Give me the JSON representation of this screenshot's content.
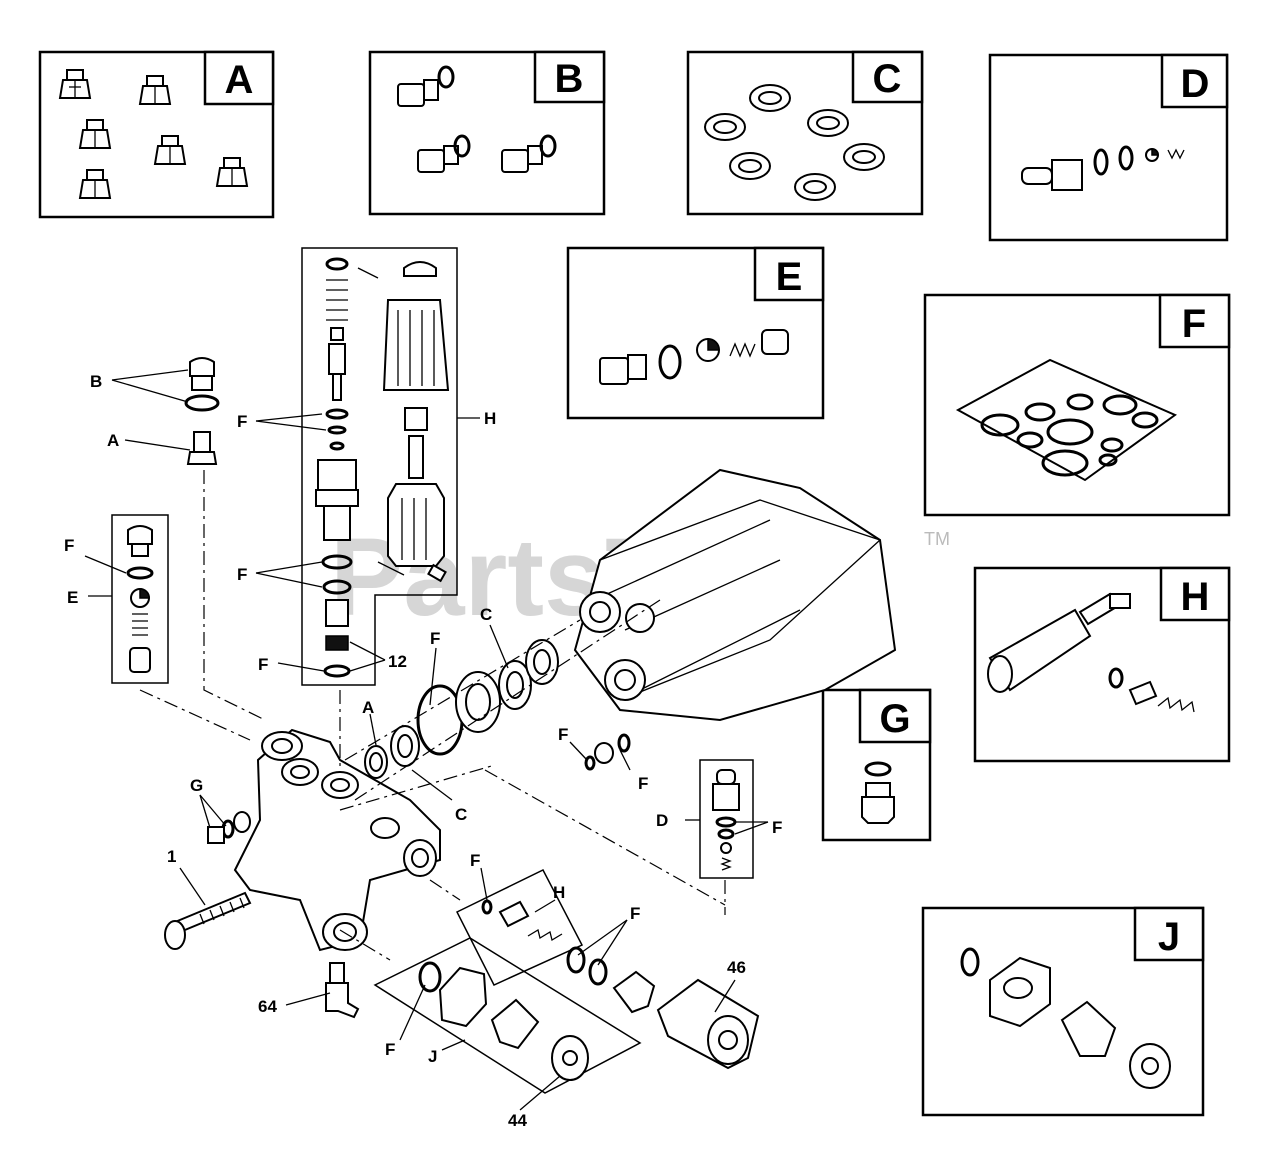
{
  "watermark": {
    "text": "PartsTree",
    "trademark": "TM"
  },
  "kit_labels": {
    "A": "A",
    "B": "B",
    "C": "C",
    "D": "D",
    "E": "E",
    "F": "F",
    "G": "G",
    "H": "H",
    "J": "J"
  },
  "callouts": {
    "b_main": "B",
    "a_main": "A",
    "f_upper": "F",
    "h_main": "H",
    "f_left": "F",
    "e_left": "E",
    "f_mid": "F",
    "f_low": "F",
    "n12": "12",
    "f_center": "F",
    "c_upper": "C",
    "a_center": "A",
    "c_lower": "C",
    "f_chk1": "F",
    "f_chk2": "F",
    "g_main": "G",
    "d_main": "D",
    "f_d": "F",
    "n1": "1",
    "f_h": "F",
    "h_low": "H",
    "f_right": "F",
    "n46": "46",
    "n64": "64",
    "f_j": "F",
    "j_main": "J",
    "n44": "44"
  }
}
